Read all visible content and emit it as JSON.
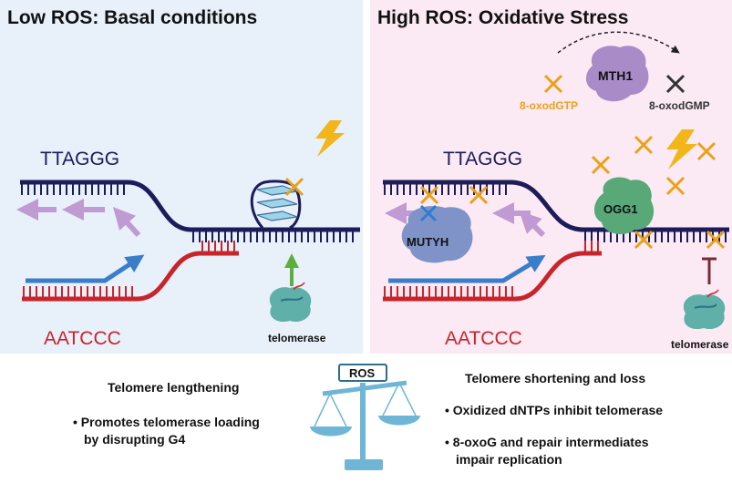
{
  "left_panel": {
    "title": "Low ROS: Basal conditions",
    "top_strand": "TTAGGG",
    "bottom_strand": "AATCCC",
    "telomerase": "telomerase"
  },
  "right_panel": {
    "title": "High ROS: Oxidative Stress",
    "top_strand": "TTAGGG",
    "bottom_strand": "AATCCC",
    "telomerase": "telomerase",
    "mth1": "MTH1",
    "nucleotide_in": "8-oxodGTP",
    "nucleotide_out": "8-oxodGMP",
    "ogg1": "OGG1",
    "mutyh": "MUTYH"
  },
  "bottom": {
    "left_heading": "Telomere lengthening",
    "left_bullet_line1": "• Promotes telomerase loading",
    "left_bullet_line2": "by disrupting G4",
    "scale_label": "ROS",
    "right_heading": "Telomere shortening and loss",
    "right_bullet1": "• Oxidized dNTPs inhibit telomerase",
    "right_bullet2_line1": "• 8-oxoG and repair intermediates",
    "right_bullet2_line2": "impair replication"
  },
  "colors": {
    "left_bg": "#e8f0fa",
    "right_bg": "#fbeaf3",
    "dark_strand": "#1c1c5a",
    "red_strand": "#c8252b",
    "blue_arrow": "#3a7dc8",
    "lilac_arrow": "#c09ad2",
    "lesion": "#e8a21a",
    "lightning": "#f2b51a",
    "green_arrow": "#5fae3c",
    "mth1": "#a98bc8",
    "ogg1": "#58a878",
    "mutyh": "#7f93c8",
    "telomerase": "#5fb0a8",
    "scale": "#6fb6d6",
    "inhibit": "#7a2a3a"
  },
  "icons": [
    "lightning-icon",
    "lesion-x-icon",
    "g-quadruplex-icon",
    "telomerase-icon",
    "balance-scale-icon"
  ]
}
